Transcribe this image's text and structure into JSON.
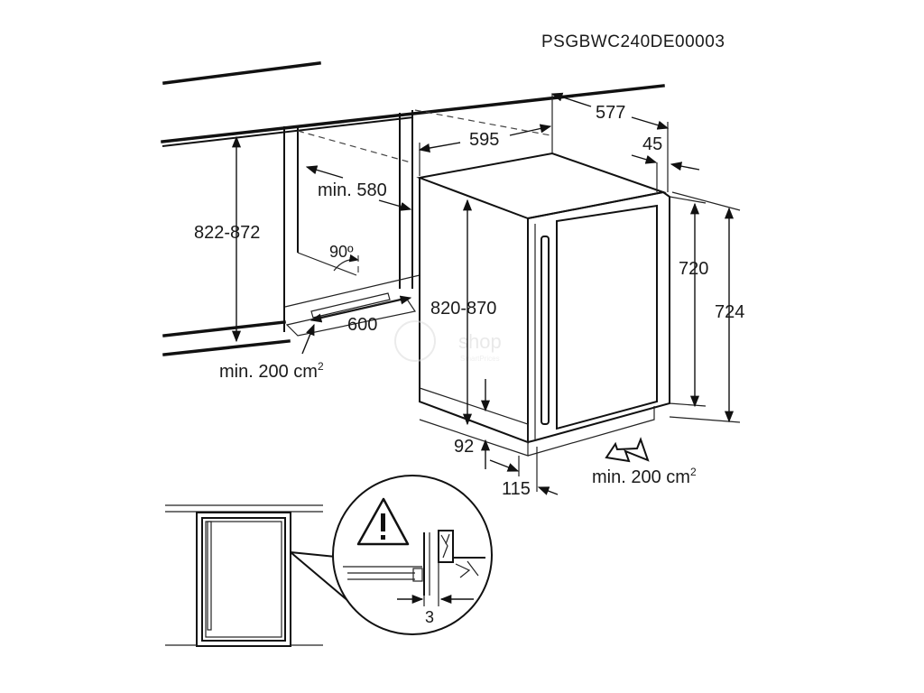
{
  "product_code": "PSGBWC240DE00003",
  "dimensions": {
    "cabinet_width": "595",
    "depth": "577",
    "door_offset": "45",
    "niche_depth": "min. 580",
    "niche_height": "822-872",
    "opening_angle": "90º",
    "plinth_width": "600",
    "vent_area_left": "min. 200 cm",
    "vent_area_right": "min. 200 cm",
    "vent_superscript": "2",
    "appliance_height": "820-870",
    "height_720": "720",
    "height_724": "724",
    "plinth_height": "92",
    "plinth_depth": "115",
    "gap": "3"
  },
  "watermark": {
    "text": "shop",
    "subtext": "SmartPrices"
  },
  "icons": {
    "warning": "warning-triangle-icon"
  }
}
